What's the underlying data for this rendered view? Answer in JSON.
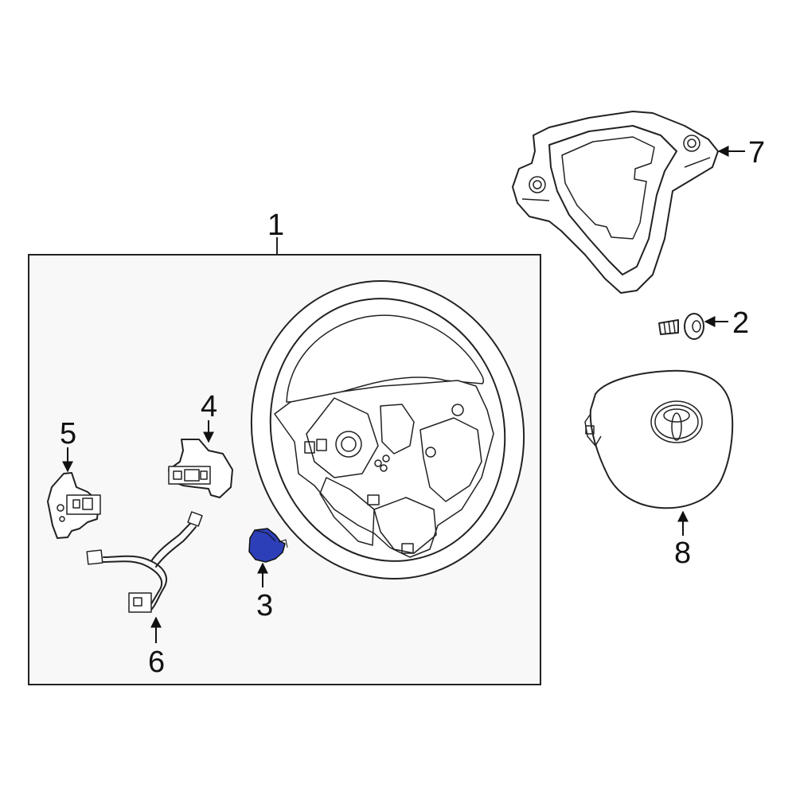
{
  "callouts": {
    "c1": "1",
    "c2": "2",
    "c3": "3",
    "c4": "4",
    "c5": "5",
    "c6": "6",
    "c7": "7",
    "c8": "8"
  },
  "colors": {
    "highlight": "#2d3fb8",
    "line": "#222222",
    "assembly_box_fill": "#f8f8f8"
  }
}
